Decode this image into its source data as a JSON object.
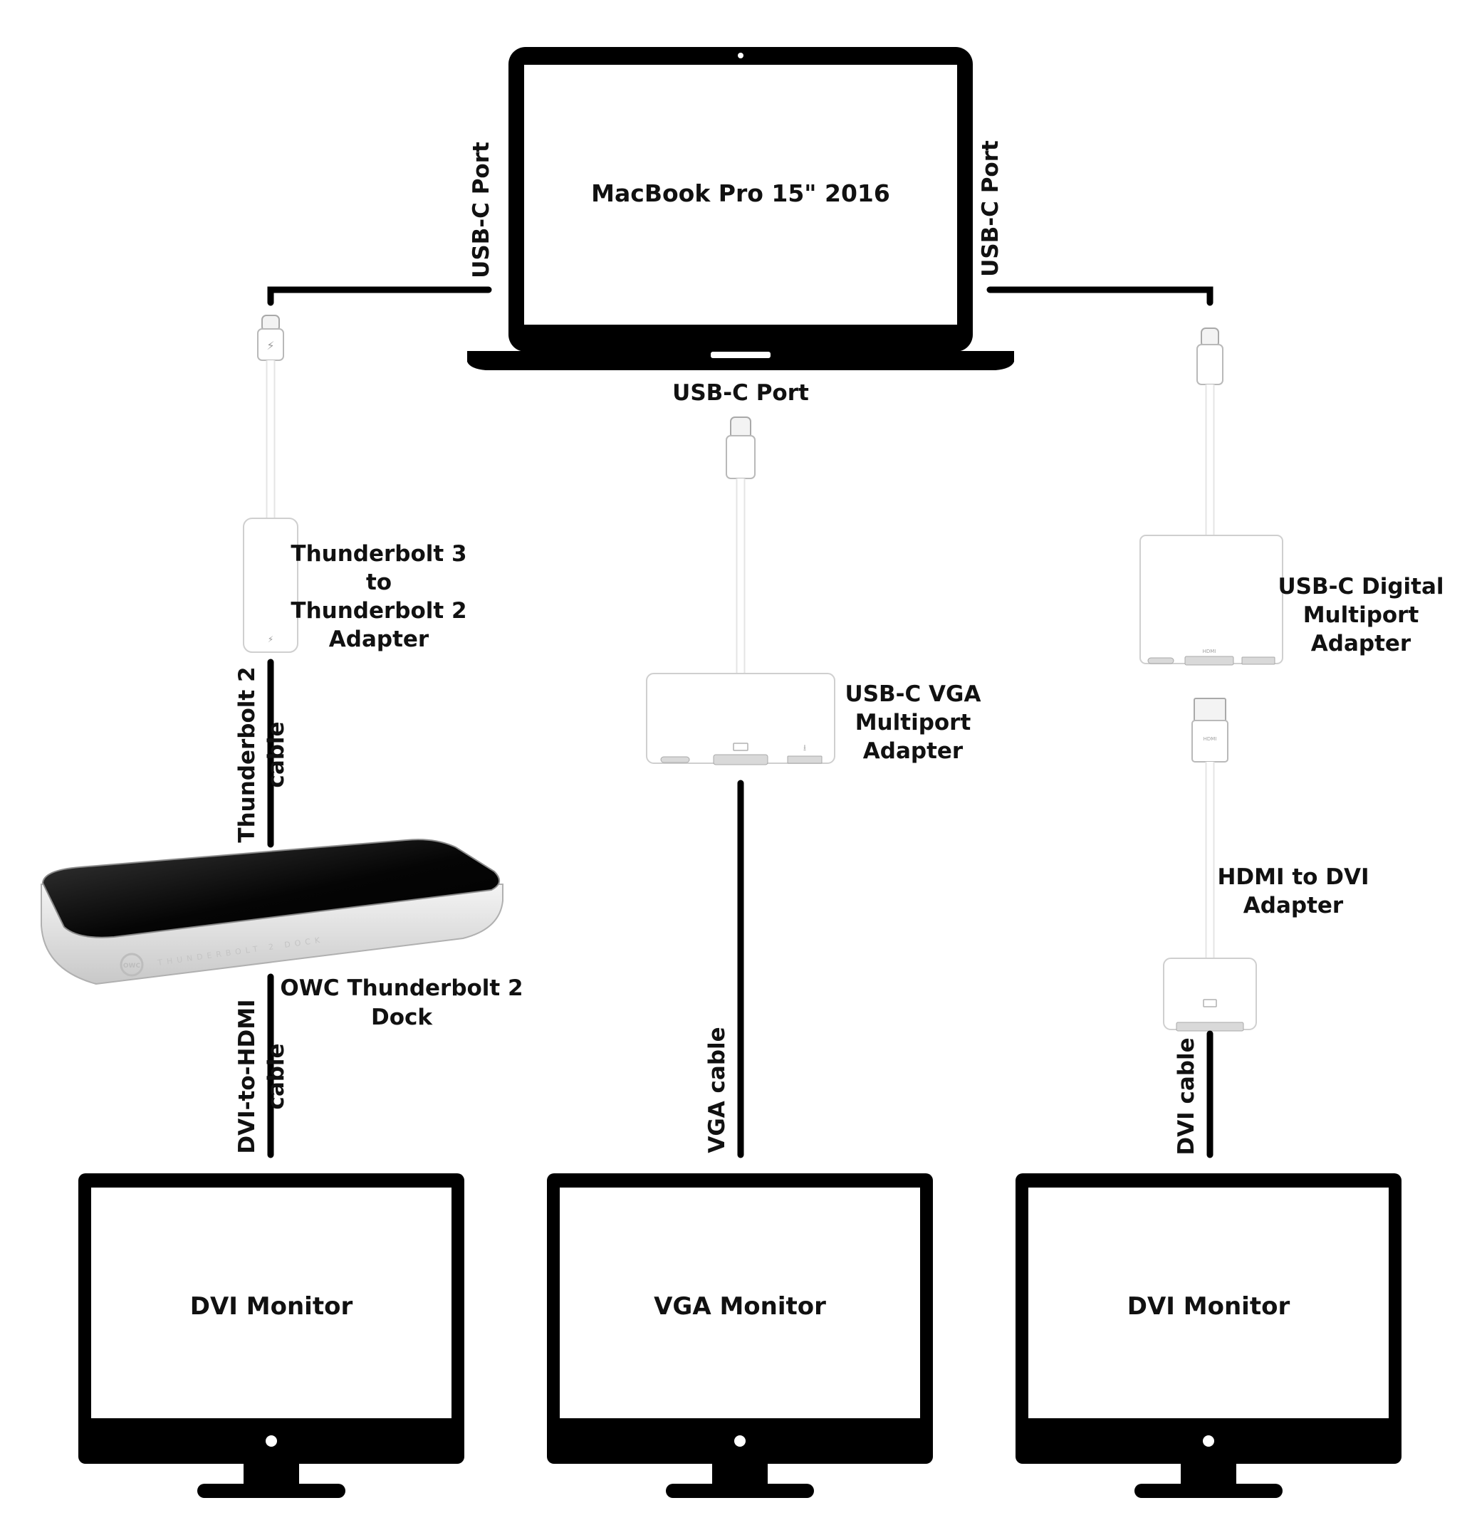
{
  "laptop": {
    "label": "MacBook Pro 15\" 2016"
  },
  "ports": {
    "left": "USB-C Port",
    "right": "USB-C Port",
    "bottom": "USB-C Port"
  },
  "adapters": {
    "tb3_line1": "Thunderbolt 3",
    "tb3_line2": "to",
    "tb3_line3": "Thunderbolt 2",
    "tb3_line4": "Adapter",
    "vga_line1": "USB-C VGA",
    "vga_line2": "Multiport",
    "vga_line3": "Adapter",
    "digital_line1": "USB-C Digital",
    "digital_line2": "Multiport",
    "digital_line3": "Adapter",
    "hdmi_dvi_line1": "HDMI to DVI",
    "hdmi_dvi_line2": "Adapter",
    "dock_line1": "OWC Thunderbolt 2",
    "dock_line2": "Dock",
    "dock_branding": "THUNDERBOLT 2 DOCK",
    "owc_logo": "OWC"
  },
  "cables": {
    "tb2_line1": "Thunderbolt 2",
    "tb2_line2": "cable",
    "dvi_hdmi_line1": "DVI-to-HDMI",
    "dvi_hdmi_line2": "cable",
    "vga": "VGA cable",
    "dvi": "DVI cable"
  },
  "port_marks": {
    "hdmi": "HDMI",
    "usb": "USB"
  },
  "monitors": {
    "left": "DVI Monitor",
    "center": "VGA Monitor",
    "right": "DVI Monitor"
  }
}
